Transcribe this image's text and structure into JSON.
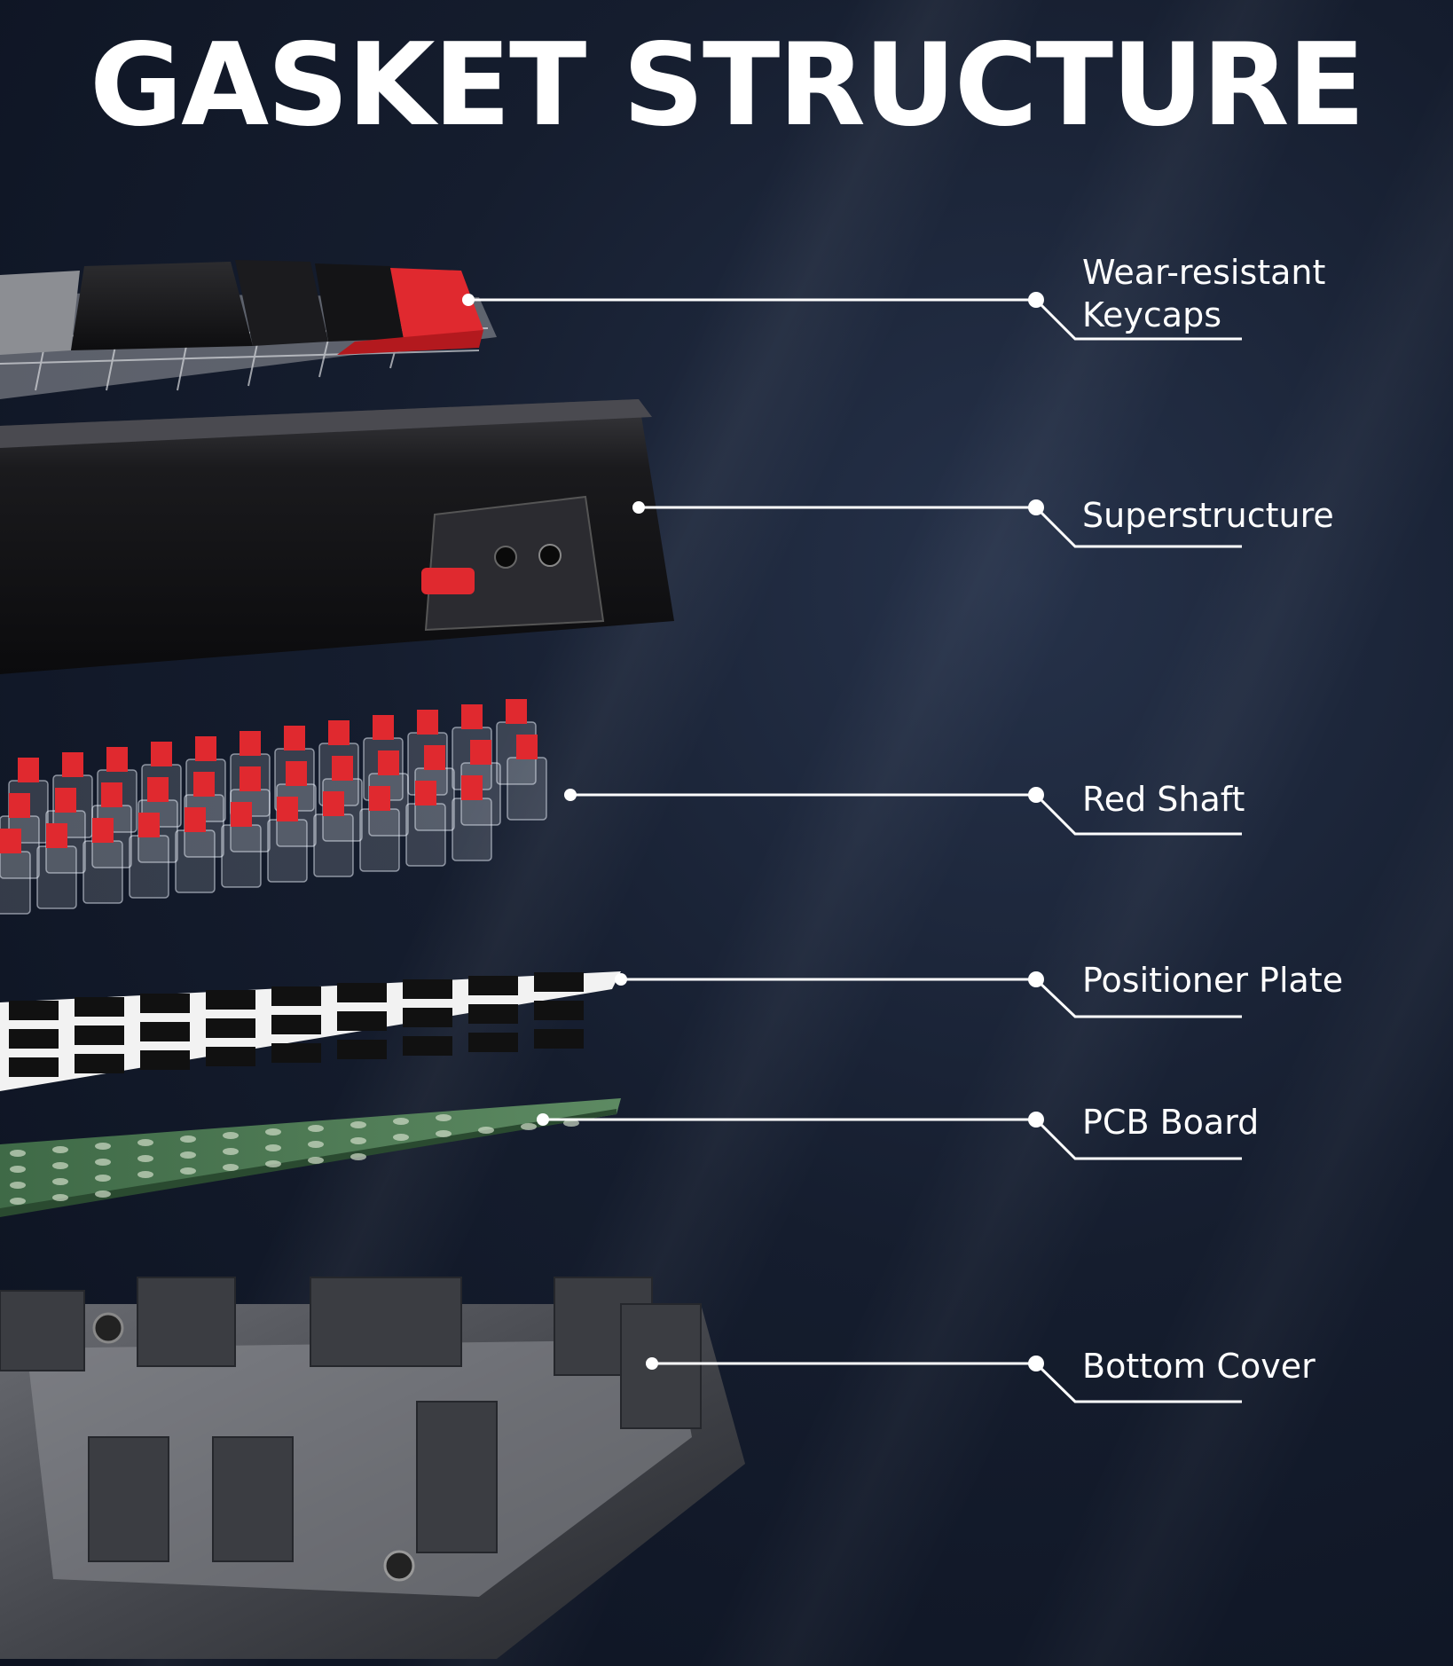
{
  "title": "GASKET STRUCTURE",
  "layers": [
    {
      "label": "Wear-resistant\nKeycaps"
    },
    {
      "label": "Superstructure"
    },
    {
      "label": "Red Shaft"
    },
    {
      "label": "Positioner Plate"
    },
    {
      "label": "PCB Board"
    },
    {
      "label": "Bottom Cover"
    }
  ],
  "colors": {
    "accent_red": "#e0292f",
    "pcb_green": "#4e7a52",
    "text": "#ffffff"
  }
}
